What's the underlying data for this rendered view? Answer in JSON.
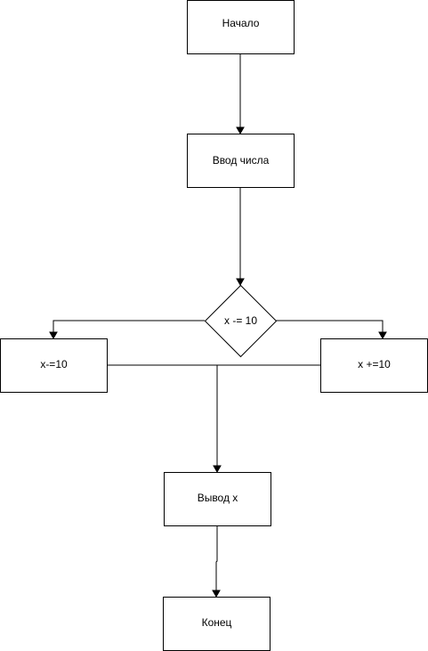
{
  "nodes": {
    "start": {
      "label": "Начало",
      "shape": "rectangle"
    },
    "input": {
      "label": "Ввод числа",
      "shape": "rectangle"
    },
    "condition": {
      "label": "x -= 10",
      "shape": "diamond"
    },
    "left_action": {
      "label": "x-=10",
      "shape": "rectangle"
    },
    "right_action": {
      "label": "x +=10",
      "shape": "rectangle"
    },
    "output": {
      "label": "Вывод x",
      "shape": "rectangle"
    },
    "end": {
      "label": "Конец",
      "shape": "rectangle"
    }
  },
  "edges": [
    {
      "from": "start",
      "to": "input"
    },
    {
      "from": "input",
      "to": "condition"
    },
    {
      "from": "condition",
      "to": "left_action"
    },
    {
      "from": "condition",
      "to": "right_action"
    },
    {
      "from": "left_action",
      "to": "output"
    },
    {
      "from": "right_action",
      "to": "output"
    },
    {
      "from": "output",
      "to": "end"
    }
  ],
  "colors": {
    "stroke": "#000000",
    "fill": "#ffffff",
    "text": "#000000"
  }
}
